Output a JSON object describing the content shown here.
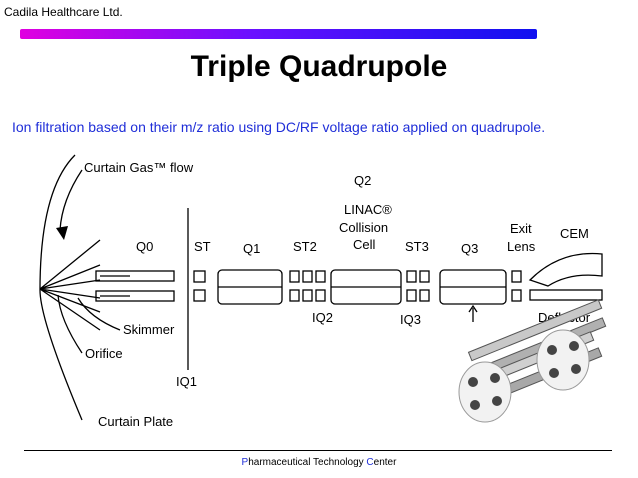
{
  "header": {
    "company": "Cadila Healthcare Ltd."
  },
  "slide": {
    "title": "Triple Quadrupole",
    "subtitle": "Ion filtration based on their m/z ratio using DC/RF voltage ratio applied on quadrupole."
  },
  "diagram": {
    "curtain_gas": "Curtain Gas™ flow",
    "q0": "Q0",
    "st": "ST",
    "q1": "Q1",
    "st2": "ST2",
    "q2": "Q2",
    "linac": "LINAC®",
    "collision": "Collision",
    "cell": "Cell",
    "st3": "ST3",
    "q3": "Q3",
    "exit": "Exit",
    "lens": "Lens",
    "cem": "CEM",
    "skimmer": "Skimmer",
    "orifice": "Orifice",
    "iq1": "IQ1",
    "iq2": "IQ2",
    "iq3": "IQ3",
    "deflector": "Deflector",
    "curtain_plate": "Curtain Plate"
  },
  "footer": {
    "p": "P",
    "text1": "harmaceutical Technology ",
    "c": "C",
    "text2": "enter"
  }
}
